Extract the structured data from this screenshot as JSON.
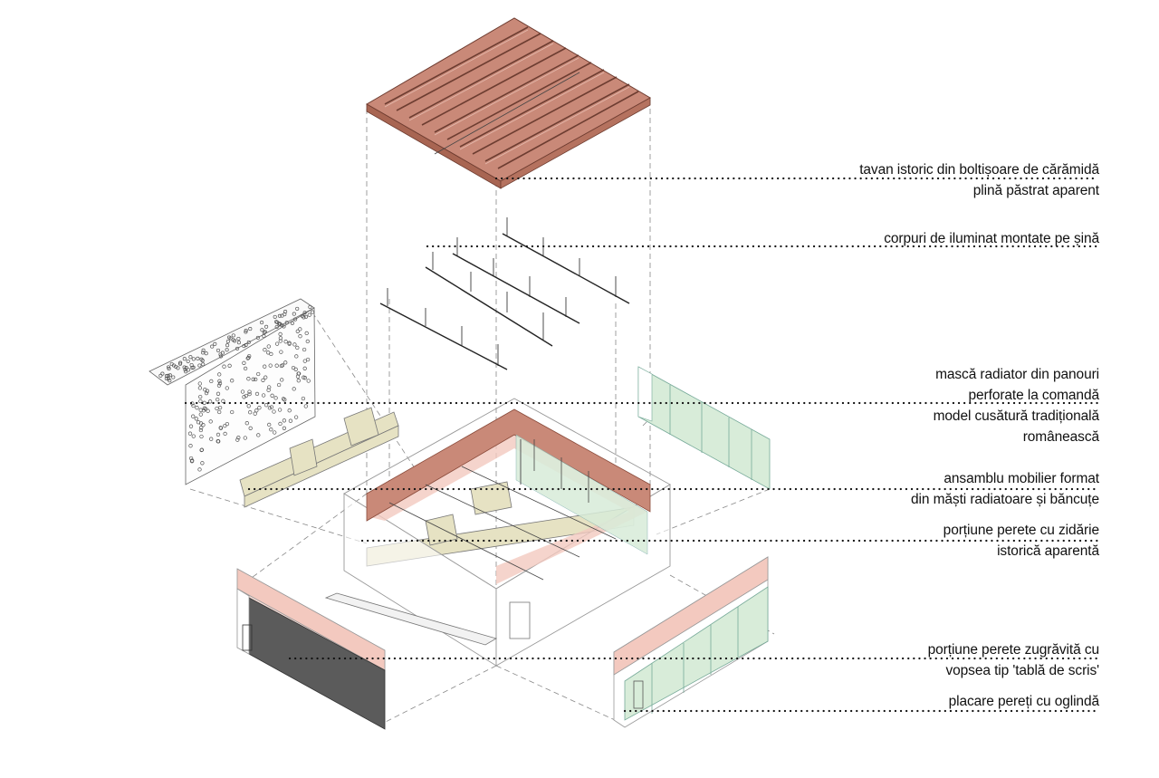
{
  "colors": {
    "brick": "#c98978",
    "brick_dark": "#a86552",
    "salmon": "#f3c9bf",
    "green": "#d8ecd9",
    "khaki": "#e6e2c3",
    "blackboard": "#5b5b5b",
    "line": "#333333",
    "dash": "#777777"
  },
  "annotations": [
    {
      "id": "ceiling",
      "lines": [
        "tavan istoric din boltișoare de cărămidă",
        "plină păstrat aparent"
      ]
    },
    {
      "id": "lighting",
      "lines": [
        "corpuri de iluminat montate pe șină"
      ]
    },
    {
      "id": "radiator-mask",
      "lines": [
        "mască radiator din panouri",
        "perforate la comandă",
        "model cusătură tradițională",
        "românească"
      ]
    },
    {
      "id": "furniture",
      "lines": [
        "ansamblu mobilier format",
        "din măști radiatoare și băncuțe"
      ]
    },
    {
      "id": "brick-wall",
      "lines": [
        "porțiune perete cu zidărie",
        "istorică aparentă"
      ]
    },
    {
      "id": "blackboard-wall",
      "lines": [
        "porțiune perete zugrăvită cu",
        "vopsea tip 'tablă de scris'"
      ]
    },
    {
      "id": "mirror",
      "lines": [
        "placare pereți cu oglindă"
      ]
    }
  ]
}
